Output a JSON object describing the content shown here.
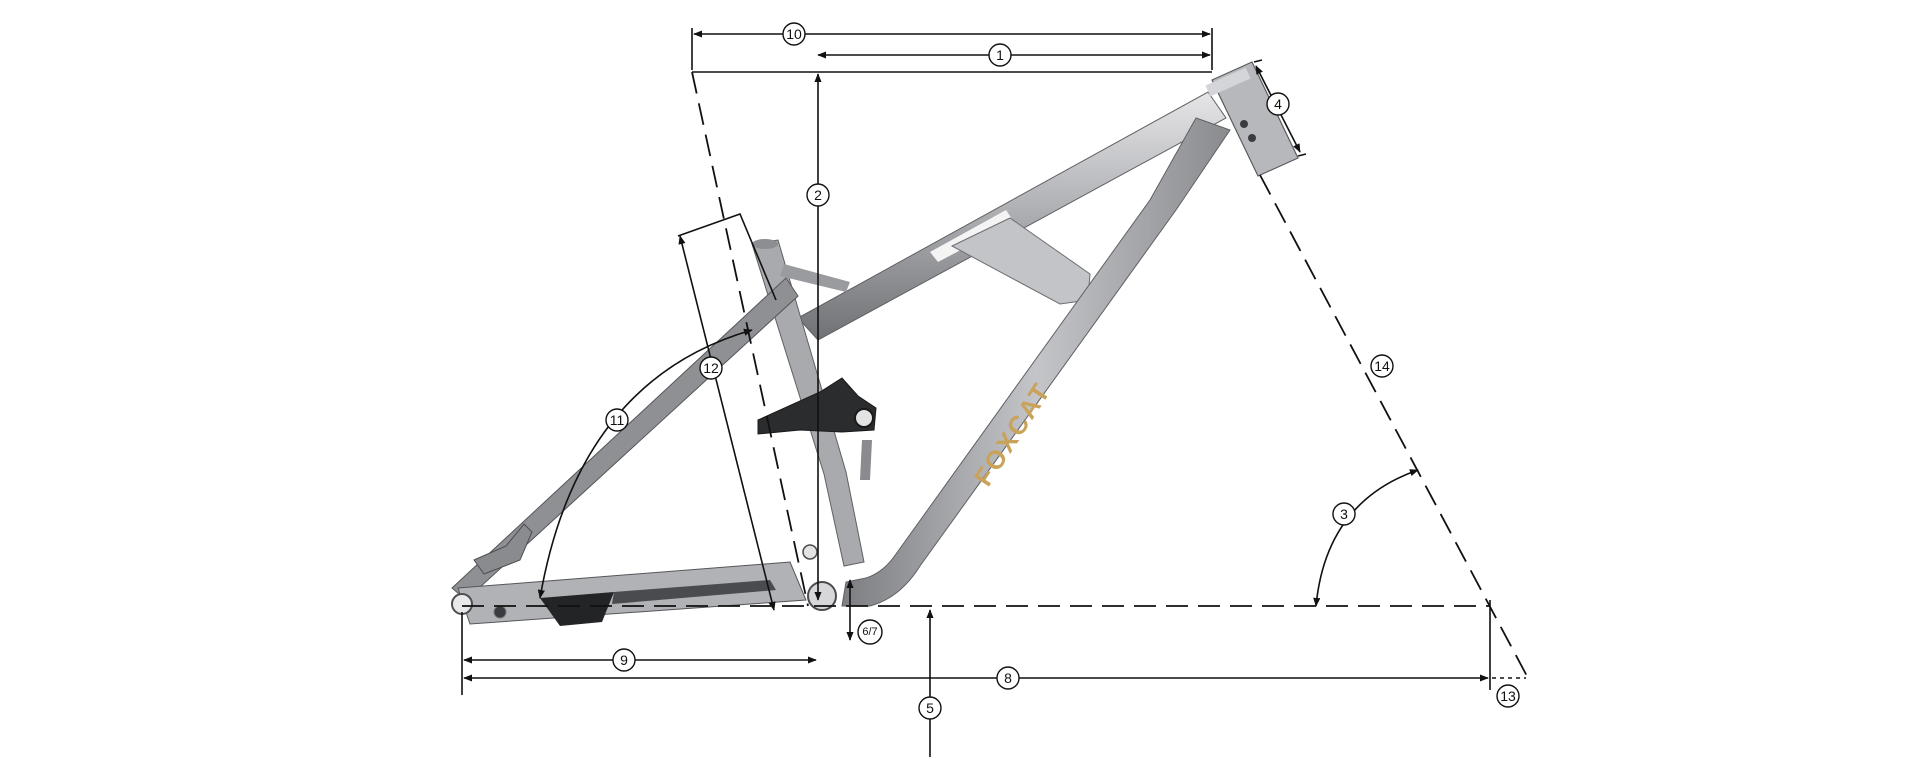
{
  "brand": {
    "logo_text": "FOXCAT"
  },
  "colors": {
    "frame_light": "#d9d9dc",
    "frame_mid": "#a4a5a9",
    "frame_dark": "#6d6e72",
    "rocker": "#2b2c2e",
    "decal": "#c9a35a",
    "lines": "#111111"
  },
  "callouts": {
    "c1": "1",
    "c2": "2",
    "c3": "3",
    "c4": "4",
    "c5": "5",
    "c67": "6/7",
    "c8": "8",
    "c9": "9",
    "c10": "10",
    "c11": "11",
    "c12": "12",
    "c13": "13",
    "c14": "14"
  }
}
